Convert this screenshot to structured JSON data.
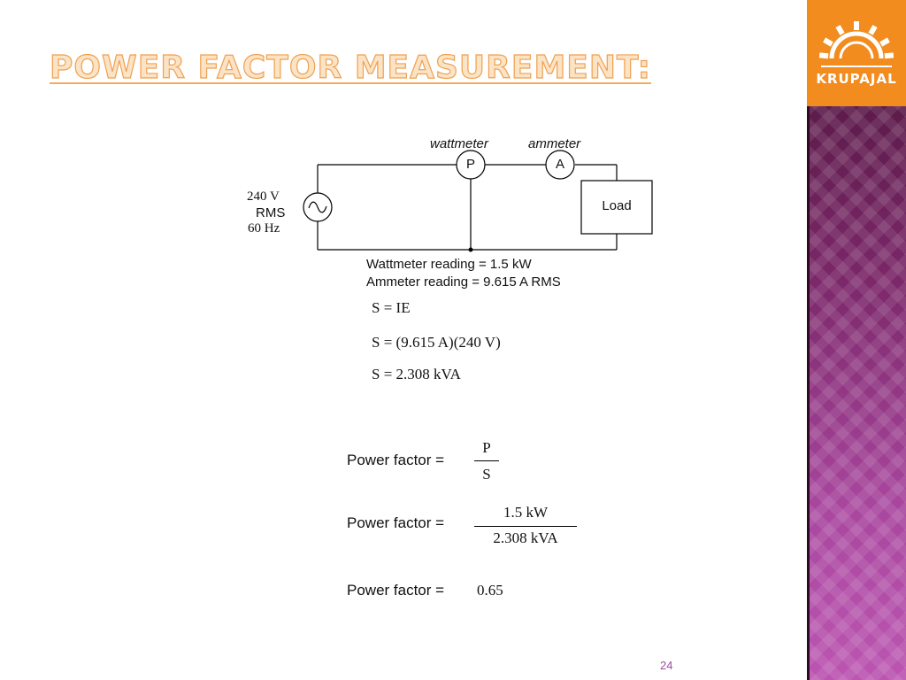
{
  "slide": {
    "title": "POWER FACTOR MEASUREMENT:",
    "page_number": "24"
  },
  "logo": {
    "text": "KRUPAJAL"
  },
  "circuit": {
    "wattmeter_label": "wattmeter",
    "ammeter_label": "ammeter",
    "wattmeter_symbol": "P",
    "ammeter_symbol": "A",
    "load_label": "Load",
    "source_voltage": "240 V",
    "source_rms": "RMS",
    "source_freq": "60 Hz",
    "wattmeter_reading": "Wattmeter reading = 1.5 kW",
    "ammeter_reading": "Ammeter reading = 9.615 A RMS"
  },
  "equations": {
    "s_formula": "S = IE",
    "s_substituted": "S = (9.615 A)(240 V)",
    "s_result": "S = 2.308 kVA",
    "pf_label": "Power factor =",
    "pf_num_1": "P",
    "pf_den_1": "S",
    "pf_num_2": "1.5 kW",
    "pf_den_2": "2.308 kVA",
    "pf_result": "0.65"
  },
  "colors": {
    "title_fill": "#fbe3c6",
    "title_stroke": "#f0a050",
    "logo_orange": "#f28c1e",
    "sidebar_purple": "#7a2768",
    "page_number": "#9b4ea0"
  }
}
